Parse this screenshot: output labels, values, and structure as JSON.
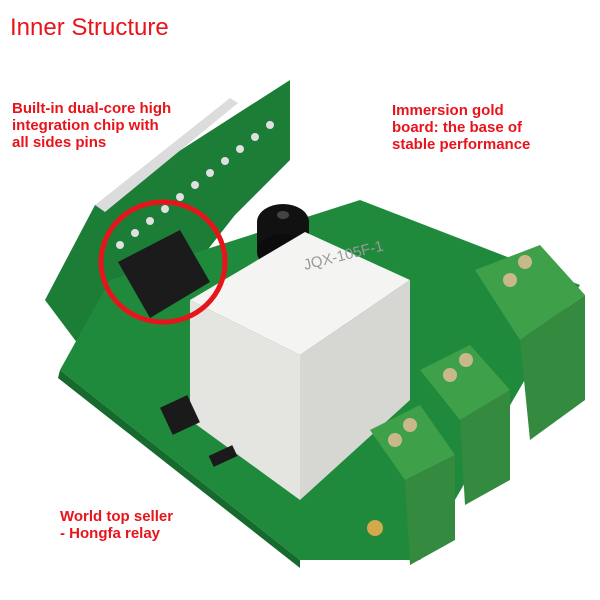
{
  "title": "Inner Structure",
  "annotations": {
    "chip": [
      "Built-in dual-core high",
      "integration  chip with",
      "all  sides pins"
    ],
    "board": [
      "Immersion gold",
      "board: the base of",
      "stable performance"
    ],
    "relay": [
      "World top seller",
      "- Hongfa relay"
    ]
  },
  "relay_label": "JQX-105F-1",
  "colors": {
    "annotation": "#e8141c",
    "pcb": "#1f8a3c",
    "terminal": "#3fa04a",
    "relay": "#f2f2f0",
    "highlight_circle": "#e8141c"
  }
}
